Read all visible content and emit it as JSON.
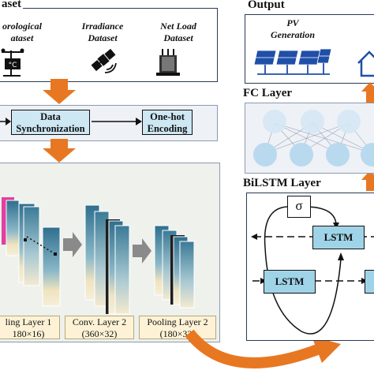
{
  "dataset_panel": {
    "title": "aset",
    "items": [
      {
        "label": "orological ataset",
        "icon": "weather-station-icon"
      },
      {
        "label": "Irradiance Dataset",
        "icon": "satellite-icon"
      },
      {
        "label": "Net Load Dataset",
        "icon": "transformer-icon"
      }
    ]
  },
  "preprocess": {
    "sync_label": "Data Synchronization",
    "encoding_label": "One-hot Encoding"
  },
  "cnn_panel": {
    "layers": [
      {
        "name": "ling Layer 1",
        "size": "180×16)"
      },
      {
        "name": "Conv. Layer 2",
        "size": "(360×32)"
      },
      {
        "name": "Pooling Layer 2",
        "size": "(180×32)"
      }
    ]
  },
  "output_panel": {
    "title": "Output",
    "pv_label": "PV Generation"
  },
  "fc_panel": {
    "title": "FC Layer"
  },
  "bilstm_panel": {
    "title": "BiLSTM Layer",
    "sigma": "σ",
    "lstm_top": "LSTM",
    "lstm_bottom": "LSTM"
  },
  "colors": {
    "panel_border": "#2b3a55",
    "panel_fill": "#eef1f6",
    "arrow_orange": "#e87722",
    "box_fill": "#cde7f3",
    "lstm_fill": "#9fd4e8",
    "caption_fill": "#fdf2d6",
    "solar_blue": "#1f4fa8",
    "neuron_fill": "#cfe6f5"
  }
}
